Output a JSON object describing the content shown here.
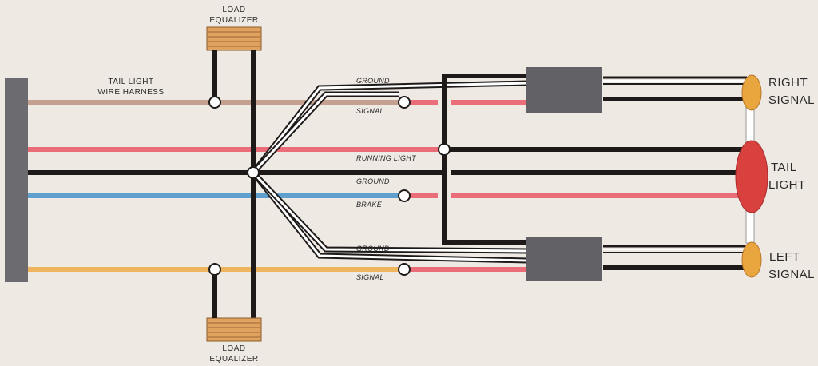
{
  "labels": {
    "load_equalizer_top": [
      "LOAD",
      "EQUALIZER"
    ],
    "load_equalizer_bottom": [
      "LOAD",
      "EQUALIZER"
    ],
    "harness": [
      "TAIL LIGHT",
      "WIRE HARNESS"
    ],
    "ground_top": "GROUND",
    "signal_top": "SIGNAL",
    "running_light": "RUNNING LIGHT",
    "ground_mid": "GROUND",
    "brake": "BRAKE",
    "ground_bottom": "GROUND",
    "signal_bottom": "SIGNAL",
    "right_signal": [
      "RIGHT",
      "SIGNAL"
    ],
    "tail_light": [
      "TAIL",
      "LIGHT"
    ],
    "left_signal": [
      "LEFT",
      "SIGNAL"
    ]
  },
  "colors": {
    "background": "#efe9e4",
    "tan_wire": "#c4a090",
    "pink_wire": "#ec6d7a",
    "black_wire": "#1e1a1a",
    "blue_wire": "#5f9fcd",
    "orange_wire": "#eeb45e",
    "connector_gray": "#616166",
    "amber_lamp": "#e9a63e",
    "red_lamp": "#d9413f",
    "equalizer": "#e0a35f"
  }
}
